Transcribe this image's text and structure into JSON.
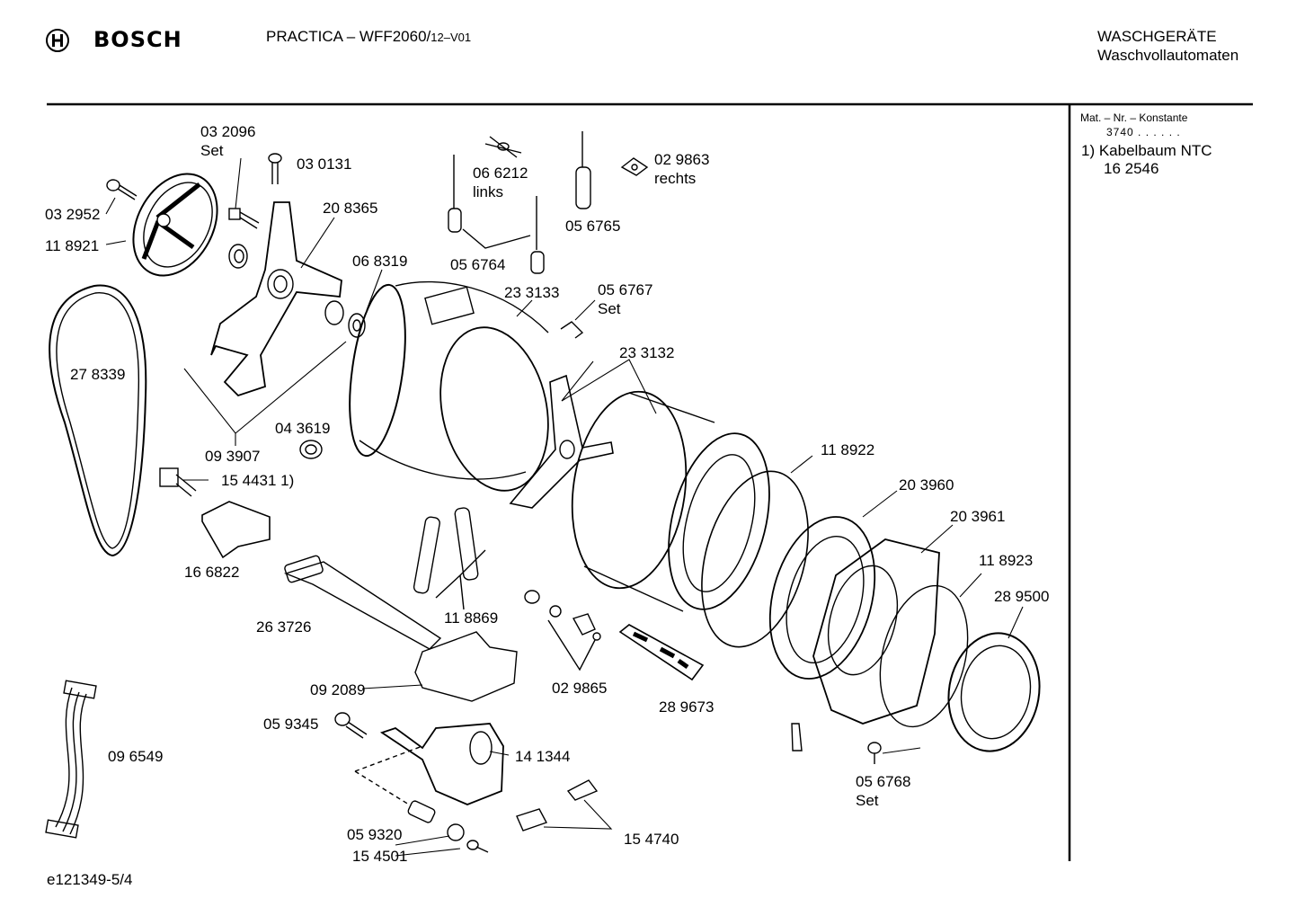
{
  "header": {
    "brand": "BOSCH",
    "model_main": "PRACTICA – WFF2060/",
    "model_suffix": "12–V01",
    "category": "WASCHGERÄTE",
    "subcategory": "Waschvollautomaten"
  },
  "sidebar": {
    "heading": "Mat. – Nr. – Konstante",
    "constant": "3740 . .  . . . .",
    "note_line1": "1) Kabelbaum NTC",
    "note_line2": "16 2546"
  },
  "footer": {
    "drawing_id": "e121349-5/4"
  },
  "parts": [
    {
      "id": "p_032096",
      "text": "03 2096"
    },
    {
      "id": "p_032096_set",
      "text": "Set"
    },
    {
      "id": "p_030131",
      "text": "03 0131"
    },
    {
      "id": "p_032952",
      "text": "03 2952"
    },
    {
      "id": "p_118921",
      "text": "11 8921"
    },
    {
      "id": "p_208365",
      "text": "20 8365"
    },
    {
      "id": "p_066212",
      "text": "06 6212"
    },
    {
      "id": "p_066212_l",
      "text": "links"
    },
    {
      "id": "p_056765",
      "text": "05 6765"
    },
    {
      "id": "p_029863",
      "text": "02 9863"
    },
    {
      "id": "p_029863_r",
      "text": "rechts"
    },
    {
      "id": "p_056764",
      "text": "05 6764"
    },
    {
      "id": "p_068319",
      "text": "06 8319"
    },
    {
      "id": "p_233133",
      "text": "23 3133"
    },
    {
      "id": "p_056767",
      "text": "05 6767"
    },
    {
      "id": "p_056767_set",
      "text": "Set"
    },
    {
      "id": "p_278339",
      "text": "27 8339"
    },
    {
      "id": "p_233132",
      "text": "23 3132"
    },
    {
      "id": "p_043619",
      "text": "04 3619"
    },
    {
      "id": "p_093907",
      "text": "09 3907"
    },
    {
      "id": "p_118922",
      "text": "11 8922"
    },
    {
      "id": "p_154431",
      "text": "15 4431 1)"
    },
    {
      "id": "p_203960",
      "text": "20 3960"
    },
    {
      "id": "p_203961",
      "text": "20 3961"
    },
    {
      "id": "p_166822",
      "text": "16 6822"
    },
    {
      "id": "p_118923",
      "text": "11 8923"
    },
    {
      "id": "p_289500",
      "text": "28 9500"
    },
    {
      "id": "p_118869",
      "text": "11 8869"
    },
    {
      "id": "p_263726",
      "text": "26 3726"
    },
    {
      "id": "p_092089",
      "text": "09 2089"
    },
    {
      "id": "p_029865",
      "text": "02 9865"
    },
    {
      "id": "p_289673",
      "text": "28 9673"
    },
    {
      "id": "p_059345",
      "text": "05 9345"
    },
    {
      "id": "p_096549",
      "text": "09 6549"
    },
    {
      "id": "p_141344",
      "text": "14 1344"
    },
    {
      "id": "p_056768",
      "text": "05 6768"
    },
    {
      "id": "p_056768_set",
      "text": "Set"
    },
    {
      "id": "p_059320",
      "text": "05 9320"
    },
    {
      "id": "p_154740",
      "text": "15 4740"
    },
    {
      "id": "p_154501",
      "text": "15 4501"
    }
  ]
}
